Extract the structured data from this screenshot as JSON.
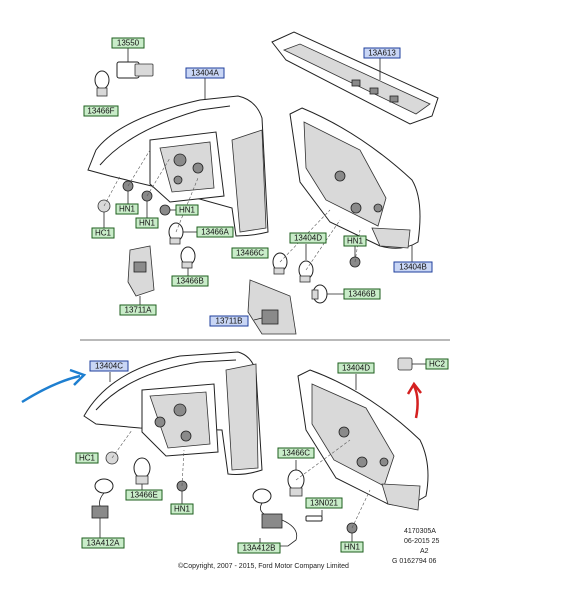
{
  "labels": {
    "l13550": "13550",
    "l13404A_top": "13404A",
    "l13A613": "13A613",
    "l13466F": "13466F",
    "lHN1_a": "HN1",
    "lHN1_b": "HN1",
    "lHN1_c": "HN1",
    "lHC1_top": "HC1",
    "l13466A": "13466A",
    "l13404D_top": "13404D",
    "l13466C_top": "13466C",
    "l13466B_left": "13466B",
    "l13466B_right": "13466B",
    "lHN1_d": "HN1",
    "l13404B": "13404B",
    "l13711A": "13711A",
    "l13711B": "13711B",
    "l13404C": "13404C",
    "l13404D_bottom": "13404D",
    "lHC2": "HC2",
    "lHC1_bottom": "HC1",
    "l13466E": "13466E",
    "l13466C_bottom": "13466C",
    "lHN1_e": "HN1",
    "l13N021": "13N021",
    "lHN1_f": "HN1",
    "l13A412A": "13A412A",
    "l13A412B": "13A412B"
  },
  "footer": {
    "ref_line1": "4170305A",
    "ref_line2": "06-2015 25",
    "ref_line3": "A2",
    "ref_line4": "G 0162794 06",
    "copyright": "©Copyright, 2007 - 2015, Ford Motor Company Limited"
  },
  "colors": {
    "green_label_fill": "#c9ecc9",
    "blue_label_fill": "#c9d6f5",
    "annotation_arrow_blue": "#1e7fd0",
    "annotation_arrow_red": "#d42020"
  }
}
